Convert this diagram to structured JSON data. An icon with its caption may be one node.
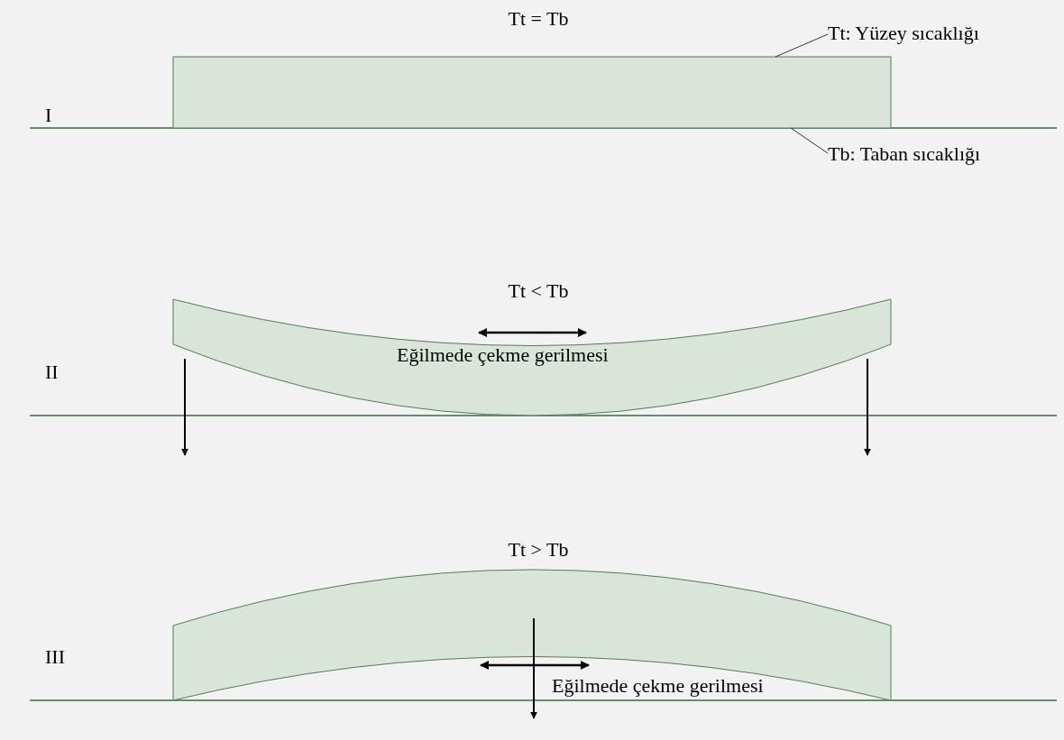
{
  "diagram": {
    "nodes": [
      {
        "text": [
          "Tt: Yüzey sıcaklığı"
        ]
      },
      {
        "text": [],
        "shape": "box"
      },
      {
        "text": [
          "Tb: Taban sıcaklığı"
        ]
      }
    ],
    "edges": [
      {
        "from": 0,
        "to": 1,
        "arrow": "none"
      },
      {
        "from": 2,
        "to": 1,
        "arrow": "none"
      }
    ],
    "labels": [
      "Tt = Tb",
      "I",
      "Tt < Tb",
      "Eğilmede çekme gerilmesi",
      "II",
      "Tt > Tb",
      "III",
      "Eğilmede çekme gerilmesi"
    ]
  }
}
